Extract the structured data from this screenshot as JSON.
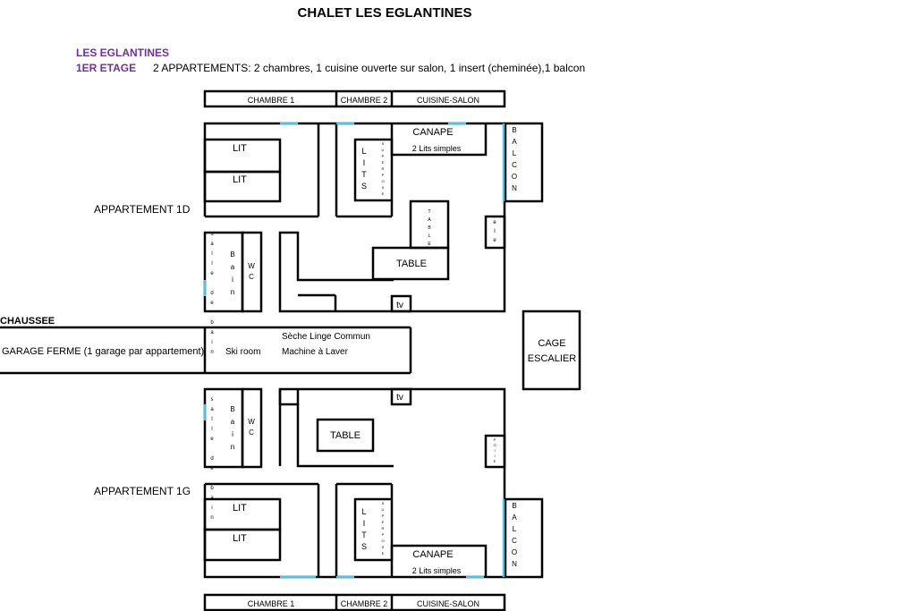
{
  "header": {
    "title": "CHALET LES EGLANTINES",
    "building": "LES EGLANTINES",
    "floor": "1ER ETAGE",
    "description": "2 APPARTEMENTS: 2 chambres, 1 cuisine ouverte sur  salon, 1 insert (cheminée),1 balcon"
  },
  "plan": {
    "apartment_top": "APPARTEMENT 1D",
    "apartment_bottom": "APPARTEMENT 1G",
    "ground_floor": "CHAUSSEE",
    "garage": "GARAGE FERME (1 garage par appartement)",
    "ski_room": "Ski room",
    "laundry_1": "Sèche Linge Commun",
    "laundry_2": "Machine à Laver",
    "stairs_1": "CAGE",
    "stairs_2": "ESCALIER",
    "labels": {
      "chambre1": "CHAMBRE 1",
      "chambre2": "CHAMBRE 2",
      "cuisine_salon": "CUISINE-SALON",
      "lit": "LIT",
      "lits": "LITS",
      "superpose": "SUPERPOSE",
      "canape": "CANAPE",
      "lits_simples": "2 Lits simples",
      "balcon": "BALCON",
      "table": "TABLE",
      "table_vertical": "TABLE",
      "insert": "eIe",
      "insert_bottom": "POIIE",
      "tv": "tv",
      "bain": "Bain",
      "wc": "WC",
      "salle_de_bain": "salle de bain"
    }
  },
  "colors": {
    "wall": "#000000",
    "window": "#4fc3e6",
    "accent": "#7030a0"
  }
}
